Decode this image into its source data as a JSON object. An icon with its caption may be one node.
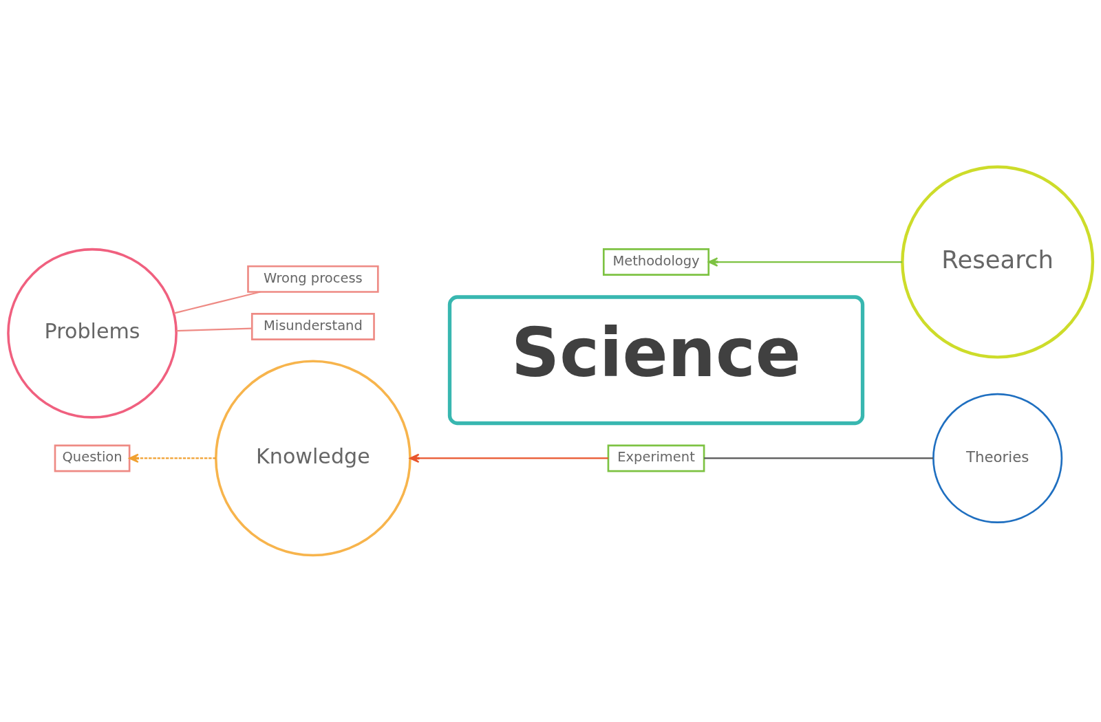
{
  "diagram": {
    "nodes": [
      {
        "text": [
          "Problems"
        ]
      },
      {
        "text": [
          "Wrong process"
        ]
      },
      {
        "text": [
          "Misunderstand"
        ]
      },
      {
        "text": [
          "Methodology"
        ]
      },
      {
        "text": [
          "Research"
        ]
      },
      {
        "text": [
          "Theories"
        ]
      },
      {
        "text": [
          "Science"
        ]
      },
      {
        "text": [
          "Question"
        ]
      },
      {
        "text": [
          "Knowledge"
        ]
      },
      {
        "text": [
          "Experiment"
        ]
      }
    ],
    "edges": [
      {
        "from": 0,
        "to": 1,
        "arrow": "none",
        "color": "#ee8a84"
      },
      {
        "from": 0,
        "to": 2,
        "arrow": "none",
        "color": "#ee8a84"
      },
      {
        "from": 4,
        "to": 3,
        "arrow": "to",
        "color": "#7dc242"
      },
      {
        "from": 5,
        "to": 9,
        "arrow": "none",
        "color": "#555555"
      },
      {
        "from": 9,
        "to": 8,
        "arrow": "to",
        "color": "#e8552c"
      },
      {
        "from": 8,
        "to": 7,
        "arrow": "to",
        "style": "dashed",
        "color": "#f0a030"
      }
    ]
  }
}
